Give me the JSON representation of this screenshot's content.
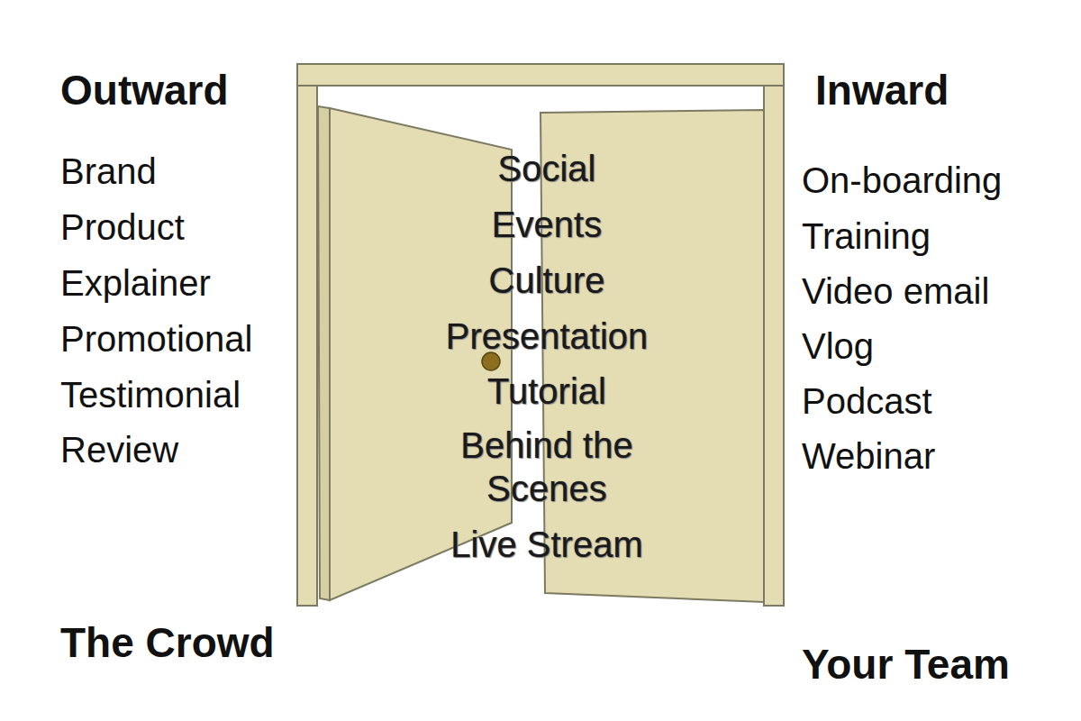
{
  "diagram": {
    "nodes": [
      {
        "text": [
          "Social",
          "Events",
          "Culture",
          "Presentation",
          "Tutorial",
          "Behind the Scenes",
          "Live Stream"
        ]
      }
    ],
    "labels": [
      "Outward",
      "Brand",
      "Product",
      "Explainer",
      "Promotional",
      "Testimonial",
      "Review",
      "Inward",
      "On-boarding",
      "Training",
      "Video email",
      "Vlog",
      "Podcast",
      "Webinar",
      "The Crowd",
      "Your Team"
    ]
  }
}
